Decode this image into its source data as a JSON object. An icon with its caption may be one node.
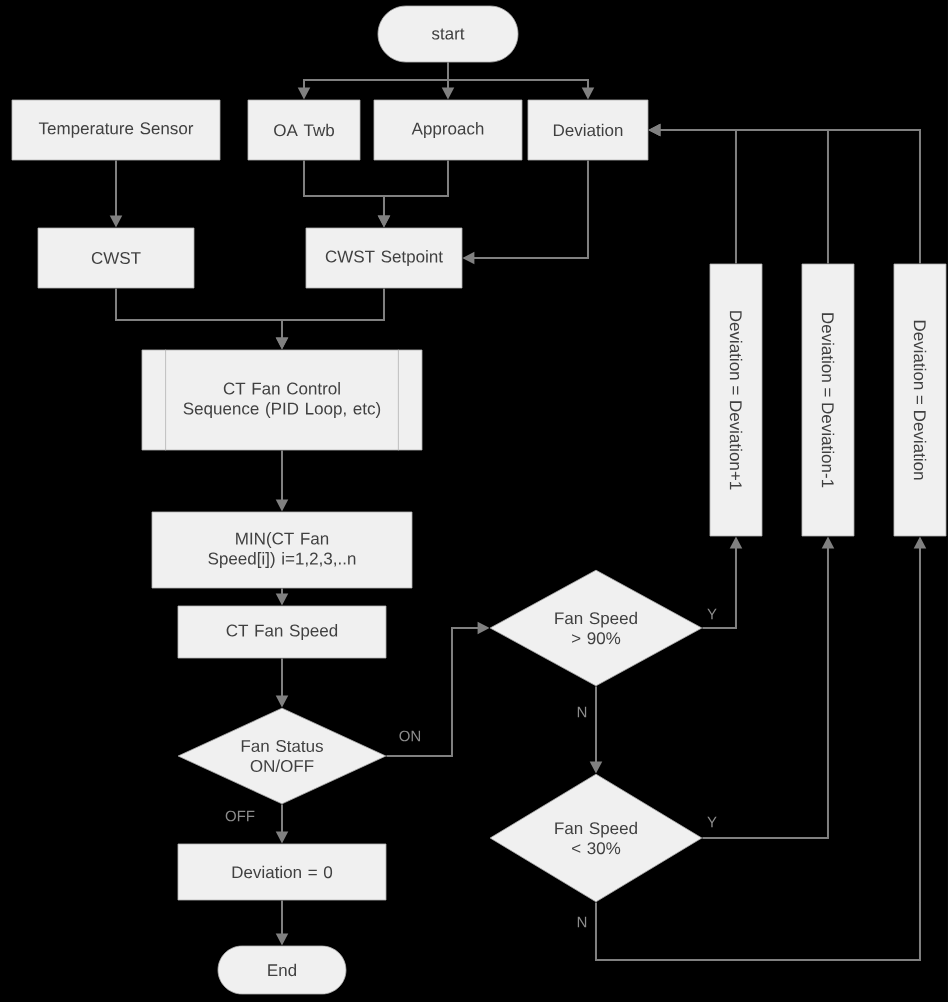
{
  "diagram": {
    "nodes": [
      {
        "text": [
          "start"
        ]
      },
      {
        "text": [
          "Temperature Sensor"
        ]
      },
      {
        "text": [
          "OA Twb"
        ]
      },
      {
        "text": [
          "Approach"
        ]
      },
      {
        "text": [
          "Deviation"
        ]
      },
      {
        "text": [
          "CWST"
        ]
      },
      {
        "text": [
          "CWST Setpoint"
        ]
      },
      {
        "text": [
          "CT Fan Control Sequence (PID Loop, etc)"
        ]
      },
      {
        "text": [
          "MIN(CT Fan Speed[i]) i=1,2,3,..n"
        ]
      },
      {
        "text": [
          "CT Fan Speed"
        ]
      },
      {
        "text": [
          "Fan Status ON/OFF"
        ]
      },
      {
        "text": [
          "Deviation = 0"
        ]
      },
      {
        "text": [
          "End"
        ]
      },
      {
        "text": [
          "Fan Speed > 90%"
        ]
      },
      {
        "text": [
          "Fan Speed < 30%"
        ]
      },
      {
        "text": [
          "Deviation = Deviation+1"
        ]
      },
      {
        "text": [
          "Deviation = Deviation-1"
        ]
      },
      {
        "text": [
          "Deviation = Deviation"
        ]
      }
    ],
    "edges": [
      {
        "from": 0,
        "to": 2,
        "arrow": "to"
      },
      {
        "from": 0,
        "to": 3,
        "arrow": "to"
      },
      {
        "from": 0,
        "to": 4,
        "arrow": "to"
      },
      {
        "from": 1,
        "to": 5,
        "arrow": "to"
      },
      {
        "from": 2,
        "to": 6,
        "arrow": "to"
      },
      {
        "from": 3,
        "to": 6,
        "arrow": "to"
      },
      {
        "from": 4,
        "to": 6,
        "arrow": "to"
      },
      {
        "from": 5,
        "to": 7,
        "arrow": "to"
      },
      {
        "from": 6,
        "to": 7,
        "arrow": "to"
      },
      {
        "from": 7,
        "to": 8,
        "arrow": "to"
      },
      {
        "from": 8,
        "to": 9,
        "arrow": "to"
      },
      {
        "from": 9,
        "to": 10,
        "arrow": "to"
      },
      {
        "from": 10,
        "to": 13,
        "arrow": "to",
        "label": "ON"
      },
      {
        "from": 10,
        "to": 11,
        "arrow": "to",
        "label": "OFF"
      },
      {
        "from": 11,
        "to": 12,
        "arrow": "to"
      },
      {
        "from": 13,
        "to": 15,
        "arrow": "to",
        "label": "Y"
      },
      {
        "from": 13,
        "to": 14,
        "arrow": "to",
        "label": "N"
      },
      {
        "from": 14,
        "to": 16,
        "arrow": "to",
        "label": "Y"
      },
      {
        "from": 14,
        "to": 17,
        "arrow": "to",
        "label": "N"
      },
      {
        "from": 15,
        "to": 4,
        "arrow": "to"
      },
      {
        "from": 16,
        "to": 4,
        "arrow": "to"
      },
      {
        "from": 17,
        "to": 4,
        "arrow": "to"
      }
    ]
  }
}
